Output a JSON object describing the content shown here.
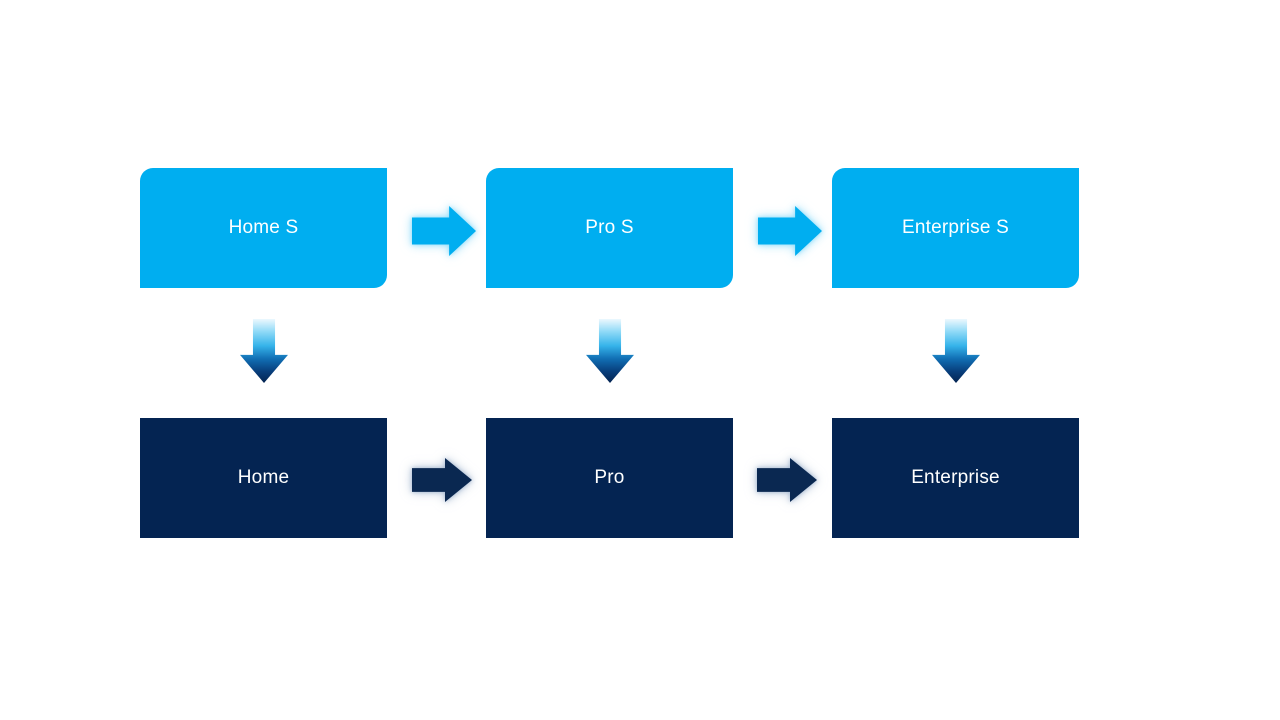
{
  "slide": {
    "background": "#FFFFFF"
  },
  "diagram": {
    "type": "process-flow",
    "columns": [
      {
        "id": "home",
        "top_label": "Home S",
        "bottom_label": "Home"
      },
      {
        "id": "pro",
        "top_label": "Pro S",
        "bottom_label": "Pro"
      },
      {
        "id": "enterprise",
        "top_label": "Enterprise S",
        "bottom_label": "Enterprise"
      }
    ],
    "colors": {
      "top_box_fill": "#00AEF0",
      "bottom_box_fill": "#042452",
      "label_text": "#FFFFFF",
      "top_arrow_fill": "#00AEF0",
      "top_arrow_glow": "#8FDCFA",
      "bottom_arrow_fill": "#0A2851",
      "bottom_arrow_glow": "#9FB3CE",
      "down_arrow_gradient_top": "#ECF8FE",
      "down_arrow_gradient_mid": "#35B3EA",
      "down_arrow_gradient_bottom": "#042350"
    }
  }
}
